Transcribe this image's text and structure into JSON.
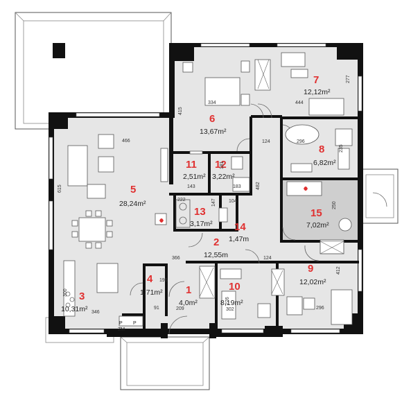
{
  "rooms": [
    {
      "id": "1",
      "area": "4,0m²"
    },
    {
      "id": "2",
      "area": "12,55m"
    },
    {
      "id": "3",
      "area": "10,31m²"
    },
    {
      "id": "4",
      "area": "1,71m²"
    },
    {
      "id": "5",
      "area": "28,24m²"
    },
    {
      "id": "6",
      "area": "13,67m²"
    },
    {
      "id": "7",
      "area": "12,12m²"
    },
    {
      "id": "8",
      "area": "6,82m²"
    },
    {
      "id": "9",
      "area": "12,02m²"
    },
    {
      "id": "10",
      "area": "8,19m²"
    },
    {
      "id": "11",
      "area": "2,51m²"
    },
    {
      "id": "12",
      "area": "3,22m²"
    },
    {
      "id": "13",
      "area": "3,17m²"
    },
    {
      "id": "14",
      "area": "1,47m"
    },
    {
      "id": "15",
      "area": "7,02m²"
    }
  ],
  "dimensions": [
    "466",
    "615",
    "334",
    "415",
    "444",
    "277",
    "124",
    "296",
    "235",
    "183",
    "181",
    "143",
    "222",
    "147",
    "104",
    "482",
    "250",
    "366",
    "124",
    "412",
    "300",
    "346",
    "91",
    "209",
    "276",
    "302",
    "296",
    "196"
  ],
  "labels": {
    "p1": "P",
    "p2": "P",
    "zm": "ZM"
  },
  "colors": {
    "wall": "#111111",
    "floor": "#e6e6e6",
    "accent_bath": "#c8c8c8",
    "room_number": "#e03030"
  }
}
